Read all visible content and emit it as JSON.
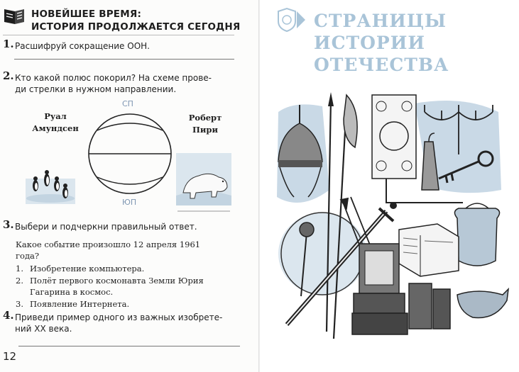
{
  "header": {
    "title_line1": "НОВЕЙШЕЕ ВРЕМЯ:",
    "title_line2": "ИСТОРИЯ ПРОДОЛЖАЕТСЯ СЕГОДНЯ"
  },
  "tasks": [
    {
      "number": "1.",
      "text": "Расшифруй сокращение ООН."
    },
    {
      "number": "2.",
      "text_line1": "Кто какой полюс покорил? На схеме прове-",
      "text_line2": "ди стрелки в нужном направлении."
    },
    {
      "number": "3.",
      "text": "Выбери и подчеркни правильный ответ."
    },
    {
      "number": "4.",
      "text_line1": "Приведи пример одного из важных изобрете-",
      "text_line2": "ний XX века."
    }
  ],
  "diagram": {
    "left_name_line1": "Руал",
    "left_name_line2": "Амундсен",
    "right_name_line1": "Роберт",
    "right_name_line2": "Пири",
    "north_pole": "СП",
    "south_pole": "ЮП"
  },
  "question": {
    "line1": "Какое событие произошло 12 апреля 1961",
    "line2": "года?",
    "options": [
      {
        "num": "1.",
        "line1": "Изобретение компьютера."
      },
      {
        "num": "2.",
        "line1": "Полёт первого космонавта Земли Юрия",
        "line2": "Гагарина в космос."
      },
      {
        "num": "3.",
        "line1": "Появление Интернета."
      }
    ]
  },
  "page_number": "12",
  "right_page": {
    "title_line1": "СТРАНИЦЫ",
    "title_line2": "ИСТОРИИ",
    "title_line3": "ОТЕЧЕСТВА"
  },
  "colors": {
    "accent_blue": "#a9c4d8",
    "pole_label": "#7f97b3",
    "wash_blue": "#c9d9e6"
  }
}
